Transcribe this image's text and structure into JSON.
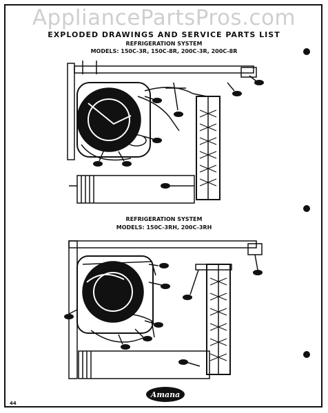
{
  "watermark": "AppliancePartsPros.com",
  "header": {
    "title": "EXPLODED DRAWINGS AND SERVICE PARTS LIST",
    "section1": "REFRIGERATION SYSTEM",
    "models1": "MODELS: 150C-3R, 150C-8R, 200C-3R, 200C-8R",
    "section2": "REFRIGERATION SYSTEM",
    "models2": "MODELS: 150C-3RH, 200C-3RH"
  },
  "brand": "Amana",
  "page_number": "44"
}
